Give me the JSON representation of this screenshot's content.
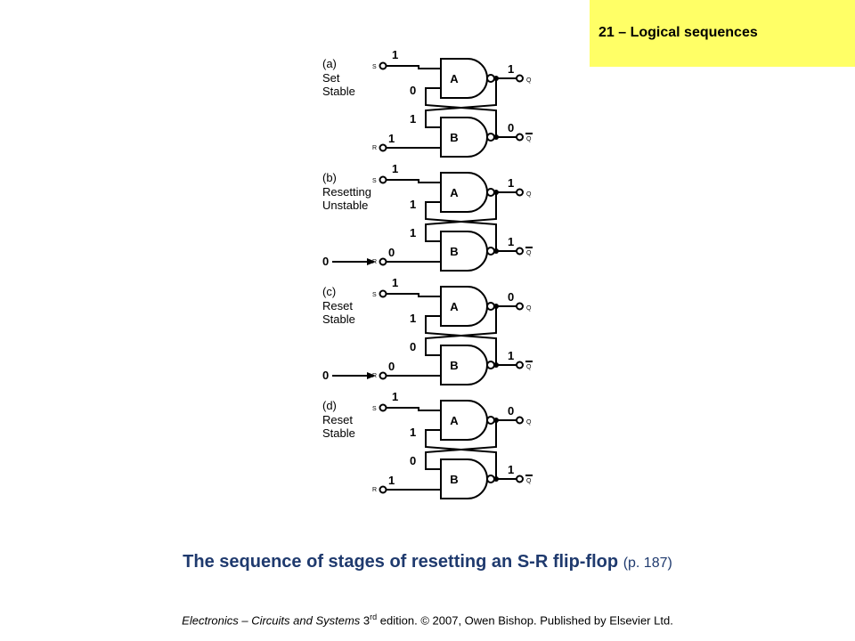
{
  "header": {
    "chapter": "21 – Logical sequences"
  },
  "diagram": {
    "stages": [
      {
        "id": "a",
        "letter": "(a)",
        "line1": "Set",
        "line2": "Stable",
        "s_in": "1",
        "a_fb": "0",
        "b_fb": "1",
        "r_in": "1",
        "q": "1",
        "q_bar": "0",
        "r_arrow": ""
      },
      {
        "id": "b",
        "letter": "(b)",
        "line1": "Resetting",
        "line2": "Unstable",
        "s_in": "1",
        "a_fb": "1",
        "b_fb": "1",
        "r_in": "0",
        "q": "1",
        "q_bar": "1",
        "r_arrow": "0"
      },
      {
        "id": "c",
        "letter": "(c)",
        "line1": "Reset",
        "line2": "Stable",
        "s_in": "1",
        "a_fb": "1",
        "b_fb": "0",
        "r_in": "0",
        "q": "0",
        "q_bar": "1",
        "r_arrow": "0"
      },
      {
        "id": "d",
        "letter": "(d)",
        "line1": "Reset",
        "line2": "Stable",
        "s_in": "1",
        "a_fb": "1",
        "b_fb": "0",
        "r_in": "1",
        "q": "0",
        "q_bar": "1",
        "r_arrow": ""
      }
    ],
    "gate_a_label": "A",
    "gate_b_label": "B",
    "s_label": "S",
    "r_label": "R",
    "q_label": "Q",
    "q_bar_label": "Q"
  },
  "caption": {
    "main": "The sequence of stages of resetting an S-R flip-flop",
    "page": "(p. 187)"
  },
  "footer": {
    "book": "Electronics – Circuits and Systems",
    "edition_num": "3",
    "edition_sup": "rd",
    "edition_rest": "edition.",
    "copyright": "© 2007, Owen Bishop. Published by Elsevier Ltd."
  }
}
